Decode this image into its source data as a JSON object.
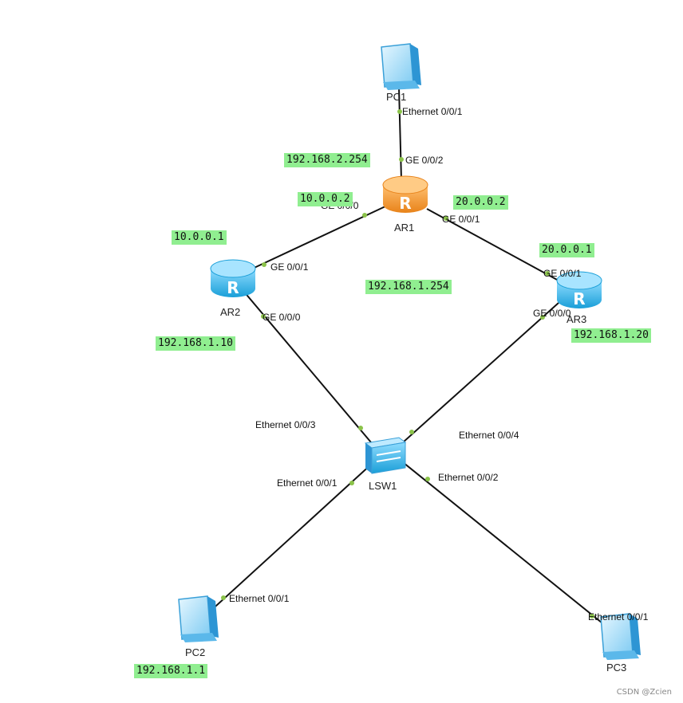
{
  "devices": {
    "pc1": {
      "name": "PC1",
      "type": "pc"
    },
    "ar1": {
      "name": "AR1",
      "type": "router",
      "color": "#f39a2e"
    },
    "ar2": {
      "name": "AR2",
      "type": "router",
      "color": "#2eb4e8"
    },
    "ar3": {
      "name": "AR3",
      "type": "router",
      "color": "#2eb4e8"
    },
    "lsw1": {
      "name": "LSW1",
      "type": "switch"
    },
    "pc2": {
      "name": "PC2",
      "type": "pc"
    },
    "pc3": {
      "name": "PC3",
      "type": "pc"
    }
  },
  "ports": {
    "pc1_eth": "Ethernet 0/0/1",
    "ar1_ge002": "GE 0/0/2",
    "ar1_ge000": "GE 0/0/0",
    "ar1_ge001": "GE 0/0/1",
    "ar2_ge001": "GE 0/0/1",
    "ar2_ge000": "GE 0/0/0",
    "ar3_ge001": "GE 0/0/1",
    "ar3_ge000": "GE 0/0/0",
    "lsw_eth3": "Ethernet 0/0/3",
    "lsw_eth4": "Ethernet 0/0/4",
    "lsw_eth1": "Ethernet 0/0/1",
    "lsw_eth2": "Ethernet 0/0/2",
    "pc2_eth": "Ethernet 0/0/1",
    "pc3_eth": "Ethernet 0/0/1"
  },
  "ip_labels": {
    "ar1_g2": "192.168.2.254",
    "ar1_g0": "10.0.0.2",
    "ar1_g1": "20.0.0.2",
    "ar2_g1": "10.0.0.1",
    "ar3_g1": "20.0.0.1",
    "vip": "192.168.1.254",
    "ar2_g0": "192.168.1.10",
    "ar3_g0": "192.168.1.20",
    "pc2": "192.168.1.1"
  },
  "links": [
    {
      "from": "pc1",
      "to": "ar1"
    },
    {
      "from": "ar1",
      "to": "ar2"
    },
    {
      "from": "ar1",
      "to": "ar3"
    },
    {
      "from": "ar2",
      "to": "lsw1"
    },
    {
      "from": "ar3",
      "to": "lsw1"
    },
    {
      "from": "lsw1",
      "to": "pc2"
    },
    {
      "from": "lsw1",
      "to": "pc3"
    }
  ],
  "colors": {
    "link": "#111111",
    "port_dot": "#8bc34a",
    "ip_bg": "#90ee90"
  },
  "watermark": "CSDN @Zcien"
}
